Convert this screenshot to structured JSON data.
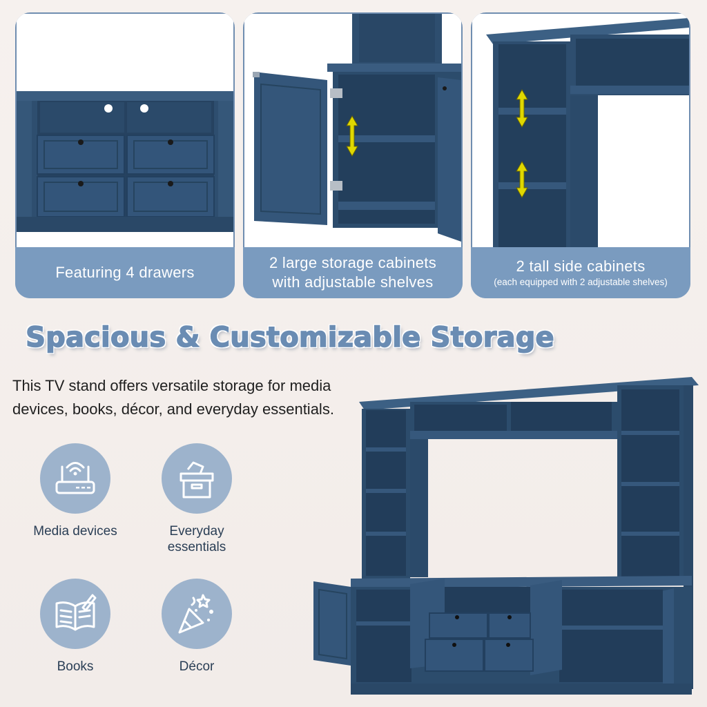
{
  "panels": [
    {
      "caption_line1": "Featuring 4 drawers",
      "caption_line2": ""
    },
    {
      "caption_line1": "2 large storage cabinets",
      "caption_line2": "with adjustable shelves"
    },
    {
      "caption_line1": "2 tall side cabinets",
      "caption_line2": "(each equipped with 2 adjustable shelves)"
    }
  ],
  "headline": "Spacious & Customizable Storage",
  "description": "This TV stand offers versatile storage for media devices, books, décor, and everyday essentials.",
  "features": [
    {
      "icon": "router-icon",
      "label": "Media devices"
    },
    {
      "icon": "storage-box-icon",
      "label": "Everyday essentials"
    },
    {
      "icon": "book-icon",
      "label": "Books"
    },
    {
      "icon": "party-popper-icon",
      "label": "Décor"
    }
  ],
  "colors": {
    "furniture": "#2f4f6e",
    "furniture_dark": "#243f5a",
    "caption_bar": "#7a9bbf",
    "headline": "#6a8cb3",
    "icon_circle": "#9db3cc",
    "arrow": "#e0d800"
  }
}
